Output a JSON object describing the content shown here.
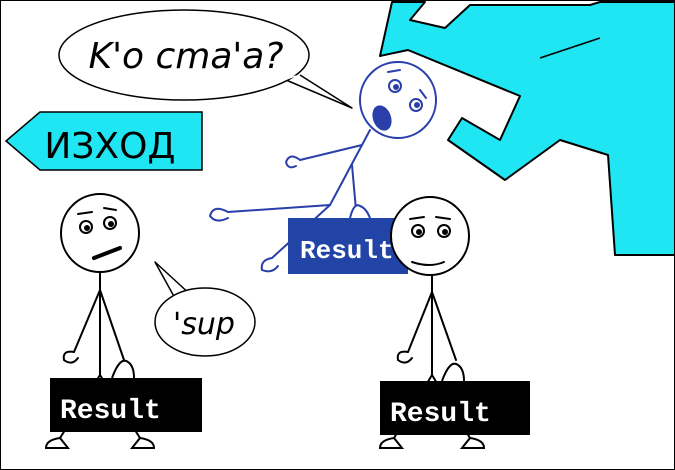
{
  "colors": {
    "cyan": "#1fe6f2",
    "blue_figure": "#2a3faa",
    "blue_sign": "#2244a6",
    "black_sign": "#000000",
    "sign_text": "#ffffff",
    "ink": "#000000"
  },
  "exit_sign": {
    "label": "ИЗХОД"
  },
  "speech_bubbles": {
    "top": "K'o cma'a?",
    "bottom": "'sup"
  },
  "signs": {
    "left": "Result",
    "middle": "Result",
    "right": "Result"
  },
  "icons": [
    "exit-arrow-sign",
    "stick-figure-left",
    "stick-figure-falling",
    "stick-figure-right",
    "cyan-claw"
  ]
}
